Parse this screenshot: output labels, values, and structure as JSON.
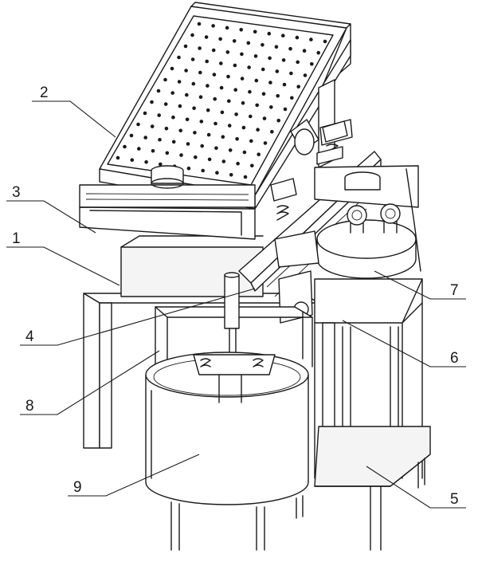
{
  "callouts": [
    {
      "id": "part-label-1",
      "text": "1"
    },
    {
      "id": "part-label-2",
      "text": "2"
    },
    {
      "id": "part-label-3",
      "text": "3"
    },
    {
      "id": "part-label-4",
      "text": "4"
    },
    {
      "id": "part-label-5",
      "text": "5"
    },
    {
      "id": "part-label-6",
      "text": "6"
    },
    {
      "id": "part-label-7",
      "text": "7"
    },
    {
      "id": "part-label-8",
      "text": "8"
    },
    {
      "id": "part-label-9",
      "text": "9"
    }
  ],
  "colors": {
    "line": "#1a1a1a",
    "background": "#ffffff"
  }
}
